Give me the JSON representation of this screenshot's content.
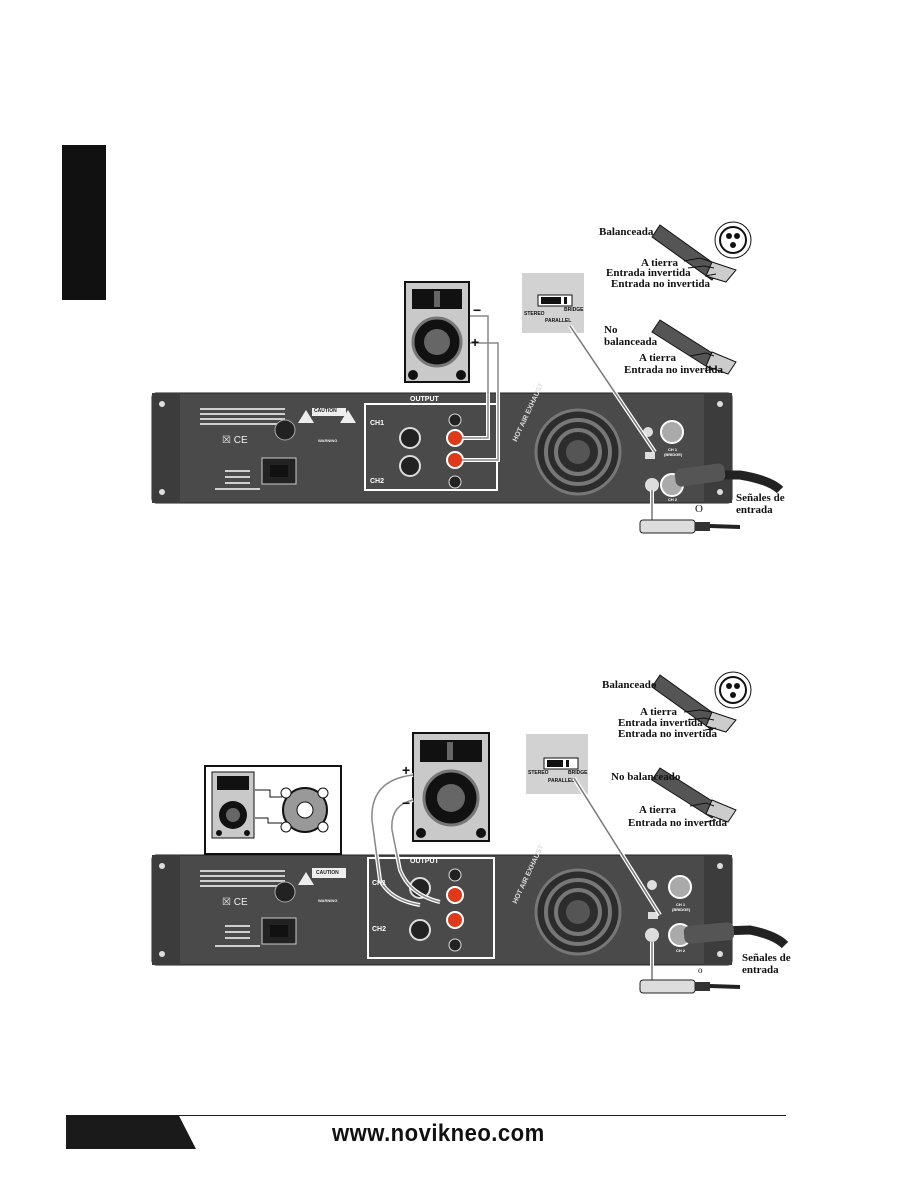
{
  "website": "www.novikneo.com",
  "diagram1": {
    "panel": {
      "output": "OUTPUT",
      "ch1": "CH1",
      "ch2": "CH2",
      "caution": "CAUTION",
      "warning": "WARNING",
      "exhaust": "HOT AIR EXHAUST",
      "ch1_input": "CH 1",
      "ch1_bridge": "(BRIDGE)",
      "ch2_input": "CH 2"
    },
    "switch": {
      "stereo": "STEREO",
      "parallel": "PARALLEL",
      "bridge": "BRIDGE"
    },
    "speaker": {
      "minus": "−",
      "plus": "+"
    },
    "labels": {
      "balanced": "Balanceada",
      "ground1": "A tierra",
      "inverted": "Entrada invertida",
      "noninverted1": "Entrada no invertida",
      "unbalanced_1": "No",
      "unbalanced_2": "balanceada",
      "ground2": "A tierra",
      "noninverted2": "Entrada no invertida",
      "signals_1": "Señales de",
      "signals_2": "entrada",
      "or": "O"
    }
  },
  "diagram2": {
    "panel": {
      "output": "OUTPUT",
      "ch1": "CH1",
      "ch2": "CH2",
      "caution": "CAUTION",
      "warning": "WARNING",
      "exhaust": "HOT AIR EXHAUST",
      "ch1_input": "CH 1",
      "ch1_bridge": "(BRIDGE)",
      "ch2_input": "CH 2"
    },
    "switch": {
      "stereo": "STEREO",
      "parallel": "PARALLEL",
      "bridge": "BRIDGE"
    },
    "speaker": {
      "minus": "−",
      "plus": "+"
    },
    "labels": {
      "balanced": "Balanceado",
      "ground1": "A tierra",
      "inverted": "Entrada invertida",
      "noninverted1": "Entrada no invertida",
      "unbalanced": "No balanceado",
      "ground2": "A tierra",
      "noninverted2": "Entrada no invertida",
      "signals_1": "Señales de",
      "signals_2": "entrada",
      "or": "o"
    }
  }
}
